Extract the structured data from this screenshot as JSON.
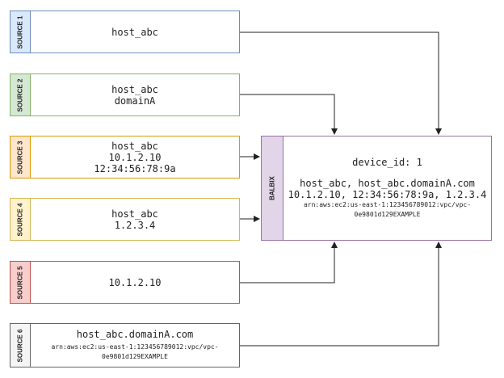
{
  "sources": [
    {
      "tab": "SOURCE 1",
      "lines": [
        "host_abc"
      ]
    },
    {
      "tab": "SOURCE 2",
      "lines": [
        "host_abc",
        "domainA"
      ]
    },
    {
      "tab": "SOURCE 3",
      "lines": [
        "host_abc",
        "10.1.2.10",
        "12:34:56:78:9a"
      ]
    },
    {
      "tab": "SOURCE 4",
      "lines": [
        "host_abc",
        "1.2.3.4"
      ]
    },
    {
      "tab": "SOURCE 5",
      "lines": [
        "10.1.2.10"
      ]
    },
    {
      "tab": "SOURCE 6",
      "lines": [
        "host_abc.domainA.com"
      ],
      "small_lines": [
        "arn:aws:ec2:us-east-1:123456789012:vpc/vpc-",
        "0e9801d129EXAMPLE"
      ]
    }
  ],
  "balbix": {
    "tab": "BALBIX",
    "device_id": "device_id: 1",
    "line1": "host_abc, host_abc.domainA.com",
    "line2": "10.1.2.10, 12:34:56:78:9a, 1.2.3.4",
    "small_lines": [
      "arn:aws:ec2:us-east-1:123456789012:vpc/vpc-",
      "0e9801d129EXAMPLE"
    ]
  }
}
